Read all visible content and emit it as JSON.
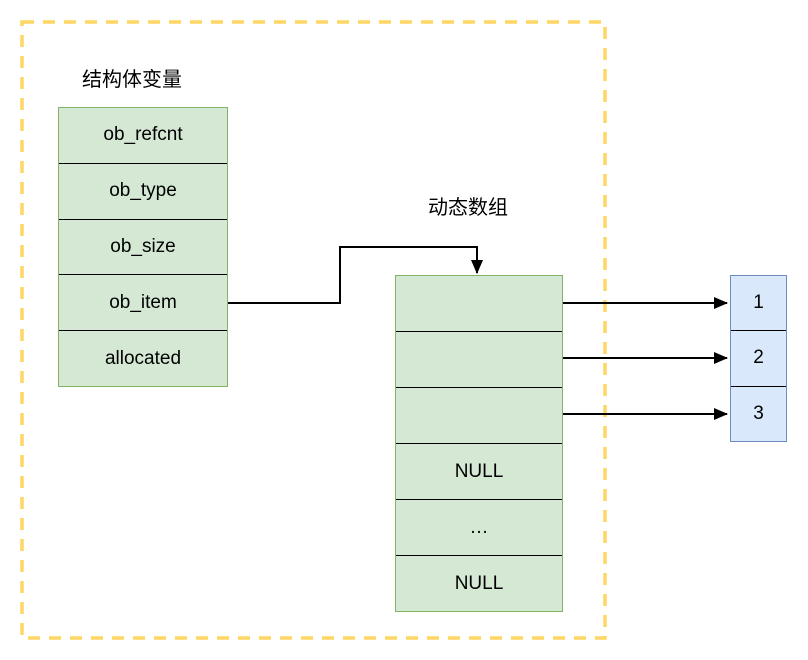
{
  "labels": {
    "struct": "结构体变量",
    "dynamic_array": "动态数组"
  },
  "struct_table": {
    "rows": [
      "ob_refcnt",
      "ob_type",
      "ob_size",
      "ob_item",
      "allocated"
    ]
  },
  "dynamic_array_table": {
    "rows": [
      "",
      "",
      "",
      "NULL",
      "…",
      "NULL"
    ]
  },
  "value_cells": {
    "rows": [
      "1",
      "2",
      "3"
    ]
  },
  "colors": {
    "green_fill": "#d5e8d4",
    "green_border": "#82b366",
    "blue_fill": "#dae8fc",
    "blue_border": "#6c8ebf",
    "dashed_boundary": "#fdd663",
    "connector": "#000000",
    "text": "#000000",
    "background": "#ffffff"
  }
}
